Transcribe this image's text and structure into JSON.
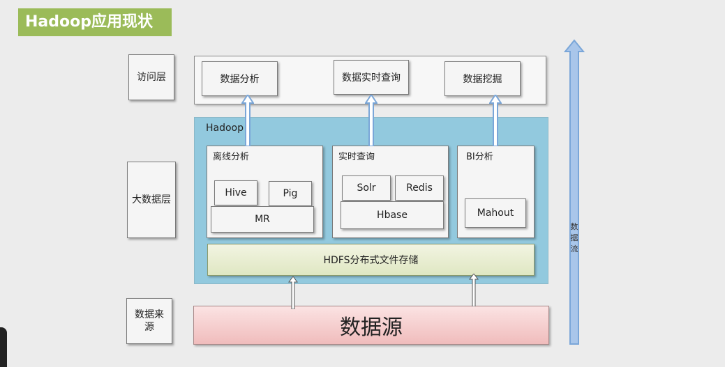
{
  "title": "Hadoop应用现状",
  "layers": {
    "access": "访问层",
    "bigdata": "大数据层",
    "source": [
      "数据来",
      "源"
    ]
  },
  "access_boxes": [
    "数据分析",
    "数据实时查询",
    "数据挖掘"
  ],
  "hadoop": {
    "label": "Hadoop",
    "panels": {
      "offline": {
        "title": "离线分析",
        "items": [
          "Hive",
          "Pig",
          "MR"
        ]
      },
      "realtime": {
        "title": "实时查询",
        "items": [
          "Solr",
          "Redis",
          "Hbase"
        ]
      },
      "bi": {
        "title": "BI分析",
        "items": [
          "Mahout"
        ]
      }
    },
    "hdfs": "HDFS分布式文件存储"
  },
  "datasource": "数据源",
  "flow_label": [
    "数",
    "据",
    "流"
  ],
  "colors": {
    "title_bg": "#9bbb59",
    "hadoop_bg": "#92c9de",
    "hdfs_bg": "#dfe7c2",
    "source_bg": "#f0bcbc",
    "arrow": "#7aa6d8"
  }
}
